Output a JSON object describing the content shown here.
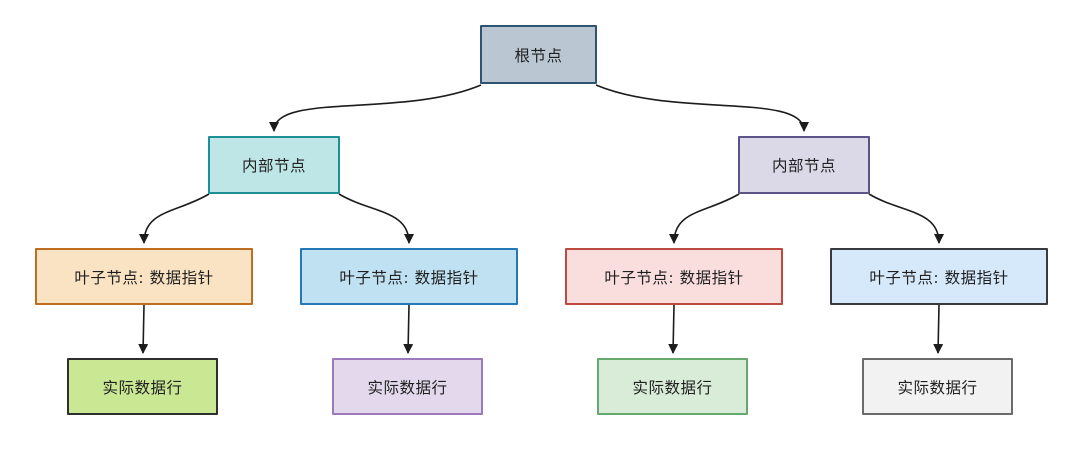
{
  "diagram": {
    "type": "tree",
    "description": "B-tree index structure diagram",
    "background": "#ffffff",
    "edge_color": "#1c1c1c",
    "nodes": [
      {
        "id": "root",
        "label": "根节点",
        "fill": "#bac7d3",
        "border": "#2e5470"
      },
      {
        "id": "internal-left",
        "label": "内部节点",
        "fill": "#bee6e6",
        "border": "#1d9097"
      },
      {
        "id": "internal-right",
        "label": "内部节点",
        "fill": "#dbd8e7",
        "border": "#5d5389"
      },
      {
        "id": "leaf-1",
        "label": "叶子节点: 数据指针",
        "fill": "#fae3c2",
        "border": "#bd6d1f"
      },
      {
        "id": "leaf-2",
        "label": "叶子节点: 数据指针",
        "fill": "#bfe1f2",
        "border": "#2478b6"
      },
      {
        "id": "leaf-3",
        "label": "叶子节点: 数据指针",
        "fill": "#f9dedd",
        "border": "#bc4a40"
      },
      {
        "id": "leaf-4",
        "label": "叶子节点: 数据指针",
        "fill": "#d6e9fb",
        "border": "#373b40"
      },
      {
        "id": "data-1",
        "label": "实际数据行",
        "fill": "#cae794",
        "border": "#2e2e2e"
      },
      {
        "id": "data-2",
        "label": "实际数据行",
        "fill": "#e3d8ec",
        "border": "#9c79ba"
      },
      {
        "id": "data-3",
        "label": "实际数据行",
        "fill": "#d8ecd8",
        "border": "#66a96e"
      },
      {
        "id": "data-4",
        "label": "实际数据行",
        "fill": "#f2f2f2",
        "border": "#6b6b6b"
      }
    ],
    "edges": [
      {
        "from": "root",
        "to": "internal-left"
      },
      {
        "from": "root",
        "to": "internal-right"
      },
      {
        "from": "internal-left",
        "to": "leaf-1"
      },
      {
        "from": "internal-left",
        "to": "leaf-2"
      },
      {
        "from": "internal-right",
        "to": "leaf-3"
      },
      {
        "from": "internal-right",
        "to": "leaf-4"
      },
      {
        "from": "leaf-1",
        "to": "data-1"
      },
      {
        "from": "leaf-2",
        "to": "data-2"
      },
      {
        "from": "leaf-3",
        "to": "data-3"
      },
      {
        "from": "leaf-4",
        "to": "data-4"
      }
    ]
  }
}
